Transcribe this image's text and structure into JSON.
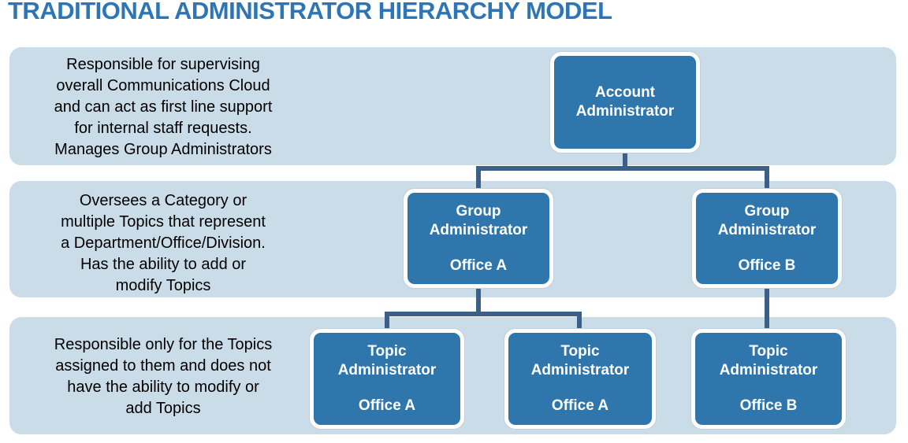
{
  "title": "TRADITIONAL ADMINISTRATOR HIERARCHY MODEL",
  "colors": {
    "title_text": "#2E75B5",
    "band_background": "#CADCE8",
    "node_fill": "#2E76AC",
    "node_border": "#FFFFFF",
    "node_text": "#FFFFFF",
    "connector": "#3B5F86",
    "description_text": "#000000"
  },
  "rows": [
    {
      "level": "account",
      "description": "Responsible for supervising\noverall Communications Cloud\nand can act as first line support\nfor internal staff requests.\nManages Group Administrators",
      "nodes": [
        {
          "role": "Account Administrator",
          "office": ""
        }
      ]
    },
    {
      "level": "group",
      "description": "Oversees a Category or\nmultiple Topics that represent\na Department/Office/Division.\nHas the ability to add or\nmodify Topics",
      "nodes": [
        {
          "role": "Group Administrator",
          "office": "Office A"
        },
        {
          "role": "Group Administrator",
          "office": "Office B"
        }
      ]
    },
    {
      "level": "topic",
      "description": "Responsible only for the Topics\nassigned to them and does not\nhave the ability to modify or\nadd Topics",
      "nodes": [
        {
          "role": "Topic Administrator",
          "office": "Office A"
        },
        {
          "role": "Topic Administrator",
          "office": "Office A"
        },
        {
          "role": "Topic Administrator",
          "office": "Office B"
        }
      ]
    }
  ]
}
